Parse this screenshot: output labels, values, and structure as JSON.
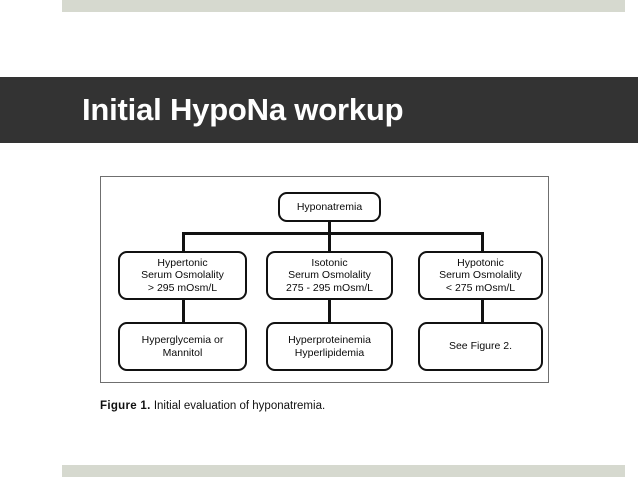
{
  "slide": {
    "title": "Initial HypoNa workup",
    "accent_color": "#d6d9cf",
    "title_bar_color": "#333333",
    "title_text_color": "#ffffff",
    "background_color": "#ffffff"
  },
  "figure": {
    "caption_label": "Figure 1.",
    "caption_text": " Initial evaluation of hyponatremia.",
    "border_color": "#6f6f6f",
    "node_stroke_color": "#111111"
  },
  "flowchart": {
    "root": {
      "id": "hyponatremia",
      "lines": [
        "Hyponatremia"
      ]
    },
    "branches": [
      {
        "id": "hypertonic",
        "lines": [
          "Hypertonic",
          "Serum Osmolality",
          "> 295 mOsm/L"
        ],
        "result": {
          "id": "hyperglycemia-mannitol",
          "lines": [
            "Hyperglycemia or",
            "Mannitol"
          ]
        }
      },
      {
        "id": "isotonic",
        "lines": [
          "Isotonic",
          "Serum Osmolality",
          "275 - 295 mOsm/L"
        ],
        "result": {
          "id": "hyperproteinemia-hyperlipidemia",
          "lines": [
            "Hyperproteinemia",
            "Hyperlipidemia"
          ]
        }
      },
      {
        "id": "hypotonic",
        "lines": [
          "Hypotonic",
          "Serum Osmolality",
          "< 275 mOsm/L"
        ],
        "result": {
          "id": "see-figure-2",
          "lines": [
            "See Figure 2."
          ]
        }
      }
    ]
  }
}
